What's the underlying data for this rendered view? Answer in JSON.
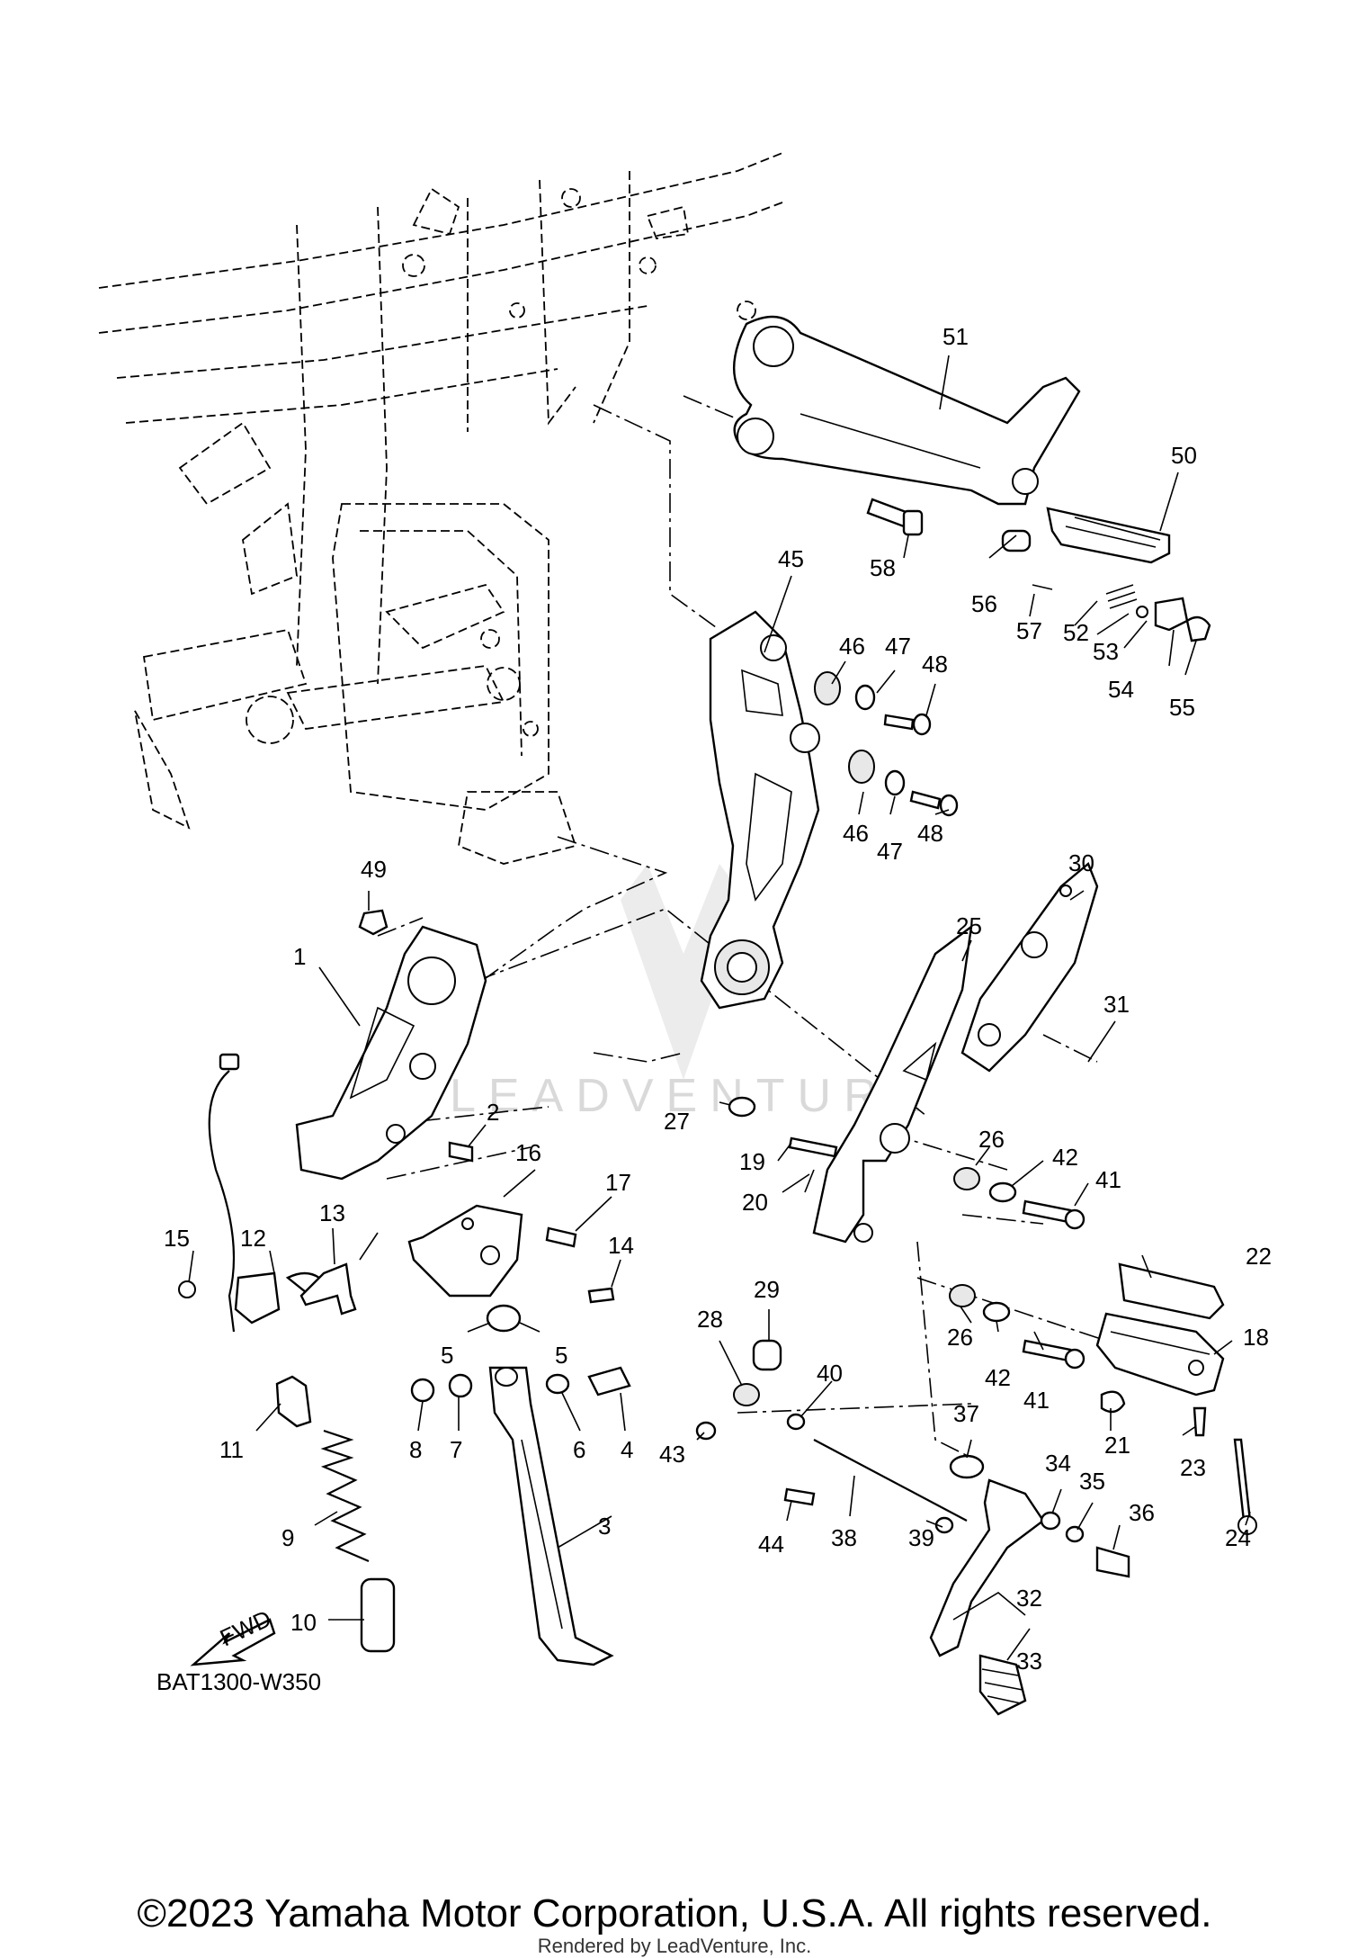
{
  "diagram": {
    "code": "BAT1300-W350",
    "fwd_label": "FWD",
    "watermark": "LEADVENTURE",
    "callouts": [
      "1",
      "2",
      "3",
      "4",
      "5",
      "5",
      "6",
      "7",
      "8",
      "9",
      "10",
      "11",
      "12",
      "13",
      "14",
      "15",
      "16",
      "17",
      "18",
      "19",
      "20",
      "21",
      "22",
      "23",
      "24",
      "25",
      "26",
      "26",
      "27",
      "28",
      "29",
      "30",
      "31",
      "32",
      "33",
      "34",
      "35",
      "36",
      "37",
      "38",
      "39",
      "40",
      "41",
      "41",
      "42",
      "42",
      "43",
      "44",
      "45",
      "46",
      "46",
      "47",
      "47",
      "48",
      "48",
      "49",
      "50",
      "51",
      "52",
      "53",
      "54",
      "55",
      "56",
      "57",
      "58"
    ]
  },
  "footer": {
    "copyright": "©2023 Yamaha Motor Corporation, U.S.A. All rights reserved.",
    "rendered_by": "Rendered by LeadVenture, Inc."
  }
}
